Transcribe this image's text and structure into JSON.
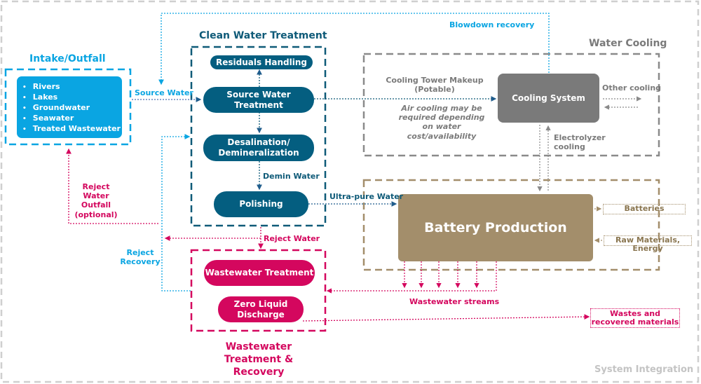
{
  "diagram": {
    "outer_label": "System Integration",
    "intake": {
      "title": "Intake/Outfall",
      "sources": [
        "Rivers",
        "Lakes",
        "Groundwater",
        "Seawater",
        "Treated Wastewater"
      ]
    },
    "clean_water": {
      "title": "Clean Water Treatment",
      "nodes": {
        "residuals": "Residuals Handling",
        "source_treatment": "Source Water Treatment",
        "desalination": "Desalination/ Demineralization",
        "polishing": "Polishing"
      }
    },
    "water_cooling": {
      "title": "Water Cooling",
      "node": "Cooling System",
      "makeup_label": "Cooling Tower Makeup (Potable)",
      "air_note": "Air cooling may be required depending on water cost/availability",
      "other_cooling": "Other cooling",
      "electrolyzer_cooling": "Electrolyzer cooling"
    },
    "battery": {
      "node": "Battery Production",
      "outputs": {
        "batteries": "Batteries",
        "raw_materials": "Raw Materials, Energy"
      }
    },
    "wastewater": {
      "title": "Wastewater Treatment & Recovery",
      "nodes": {
        "treatment": "Wastewater Treatment",
        "zld": "Zero Liquid Discharge"
      },
      "wastes_output": "Wastes and recovered materials"
    },
    "flows": {
      "source_water": "Source Water",
      "blowdown": "Blowdown recovery",
      "demin_water": "Demin Water",
      "ultra_pure": "Ultra-pure Water",
      "reject_water": "Reject Water",
      "reject_outfall": "Reject Water Outfall (optional)",
      "reject_recovery": "Reject Recovery",
      "wastewater_streams": "Wastewater streams"
    },
    "colors": {
      "blue": "#0aa5e2",
      "dark_teal": "#045e80",
      "pink": "#d4075e",
      "gray": "#7a7a7a",
      "tan": "#a38e6b",
      "outer": "#c8c8c8"
    }
  }
}
